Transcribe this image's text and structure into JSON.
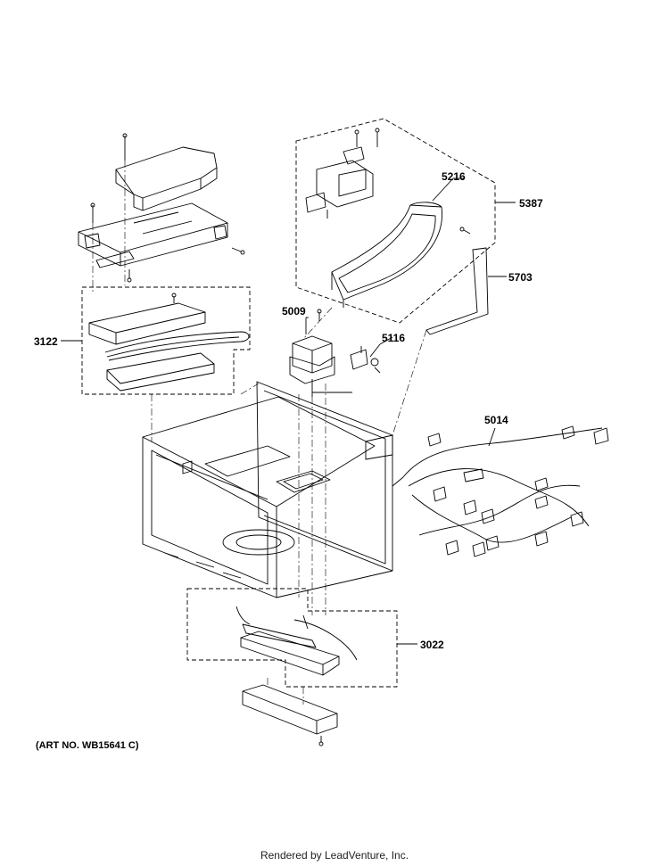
{
  "diagram": {
    "callouts": {
      "c5216": "5216",
      "c5387": "5387",
      "c5703": "5703",
      "c5009": "5009",
      "c5116": "5116",
      "c3122": "3122",
      "c5014": "5014",
      "c3022": "3022"
    },
    "art_number": "(ART NO. WB15641 C)",
    "footer": "Rendered by LeadVenture, Inc."
  }
}
